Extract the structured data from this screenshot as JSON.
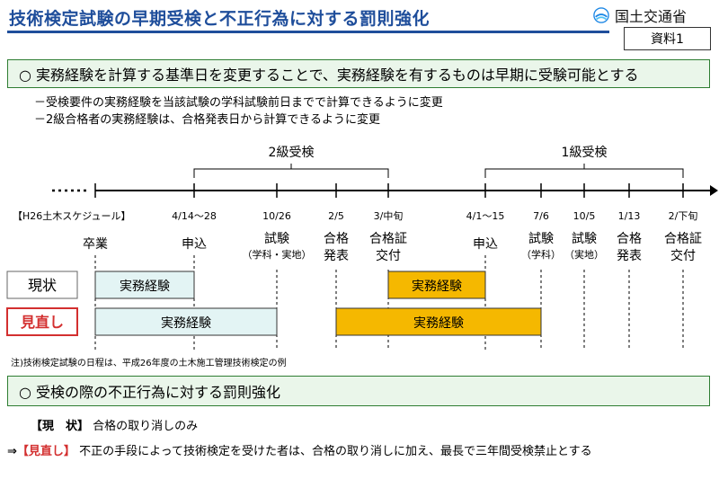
{
  "header": {
    "title": "技術検定試験の早期受検と不正行為に対する罰則強化",
    "ministry": "国土交通省",
    "doc_label": "資料1"
  },
  "section1": {
    "heading": "○ 実務経験を計算する基準日を変更することで、実務経験を有するものは早期に受験可能とする",
    "bullets": [
      "－受検要件の実務経験を当該試験の学科試験前日までで計算できるように変更",
      "－2級合格者の実務経験は、合格発表日から計算できるように変更"
    ]
  },
  "timeline": {
    "group_2": "2級受検",
    "group_1": "1級受検",
    "schedule_label": "【H26土木スケジュール】",
    "dates": [
      "4/14～28",
      "10/26",
      "2/5",
      "3/中旬",
      "4/1～15",
      "7/6",
      "10/5",
      "1/13",
      "2/下旬"
    ],
    "events": [
      {
        "line1": "卒業",
        "line2": ""
      },
      {
        "line1": "申込",
        "line2": ""
      },
      {
        "line1": "試験",
        "line2": "（学科・実地）"
      },
      {
        "line1": "合格",
        "line2": "発表"
      },
      {
        "line1": "合格証",
        "line2": "交付"
      },
      {
        "line1": "申込",
        "line2": ""
      },
      {
        "line1": "試験",
        "line2": "（学科）"
      },
      {
        "line1": "試験",
        "line2": "（実地）"
      },
      {
        "line1": "合格",
        "line2": "発表"
      },
      {
        "line1": "合格証",
        "line2": "交付"
      }
    ],
    "row_current": "現状",
    "row_revised": "見直し",
    "bar_label": "実務経験",
    "colors": {
      "experience_light": "#e3f4f4",
      "experience_orange": "#f5b800",
      "accent_red": "#d32f2f",
      "section_green": "#2e7d32"
    }
  },
  "footnote": "注)技術検定試験の日程は、平成26年度の土木施工管理技術検定の例",
  "section2": {
    "heading": "○ 受検の際の不正行為に対する罰則強化",
    "current_label": "【現　状】",
    "current_text": "合格の取り消しのみ",
    "arrow": "⇒",
    "revised_label": "【見直し】",
    "revised_text": "不正の手段によって技術検定を受けた者は、合格の取り消しに加え、最長で三年間受検禁止とする"
  }
}
